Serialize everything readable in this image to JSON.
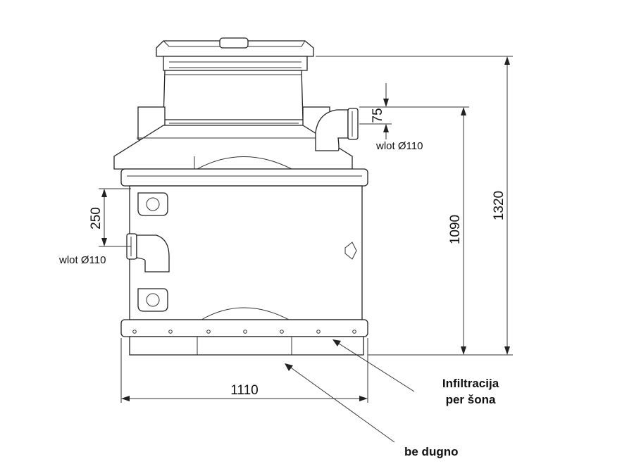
{
  "dimensions": {
    "width_total": "1110",
    "height_total": "1320",
    "height_body": "1090",
    "inlet_offset": "250",
    "outlet_offset": "75"
  },
  "labels": {
    "inlet": "wlot Ø110",
    "outlet": "wlot Ø110"
  },
  "callouts": {
    "infiltration_line1": "Infiltracija",
    "infiltration_line2": "per šona",
    "no_bottom": "be dugno"
  }
}
